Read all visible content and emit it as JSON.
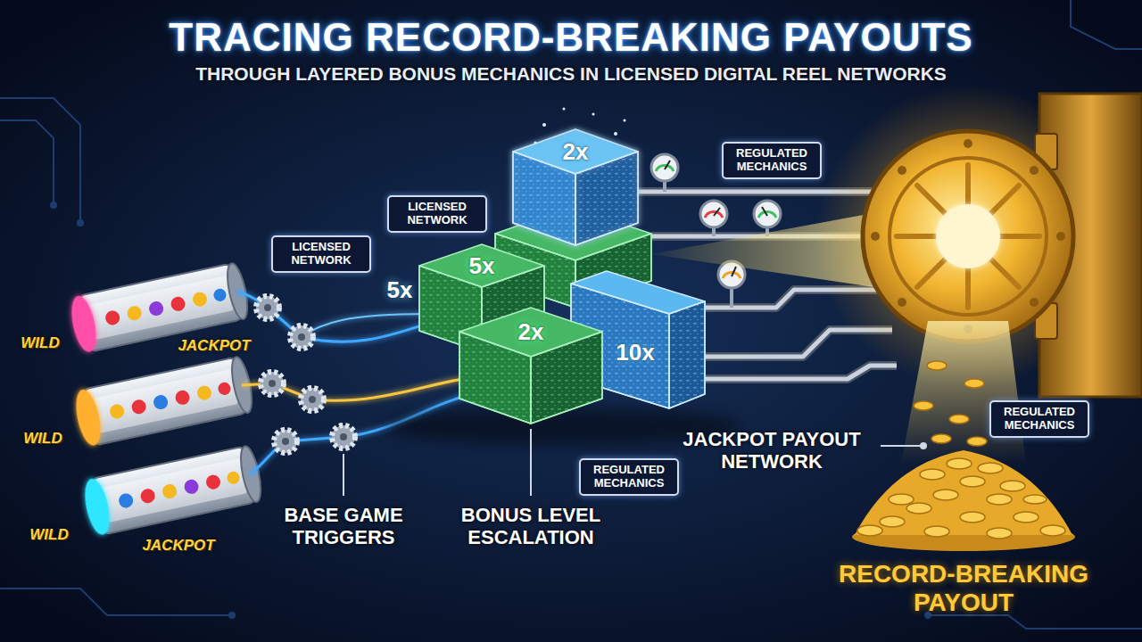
{
  "diagram": {
    "title": "TRACING RECORD-BREAKING PAYOUTS",
    "nodes": [
      {
        "text": [
          "2x"
        ]
      },
      {
        "text": [
          "REGULATED MECHANICS"
        ]
      },
      {
        "text": [
          "LICENSED NETWORK"
        ]
      },
      {
        "text": [
          "LICENSED NETWORK"
        ]
      },
      {
        "text": [
          "5x"
        ]
      },
      {
        "text": [
          "2x"
        ]
      },
      {
        "text": [
          "10x"
        ]
      },
      {
        "text": [
          "REGULATED MECHANICS"
        ]
      },
      {
        "text": [
          "REGULATED MECHANICS"
        ]
      }
    ],
    "labels": [
      "THROUGH LAYERED BONUS MECHANICS IN LICENSED DIGITAL REEL NETWORKS",
      "WILD",
      "JACKPOT",
      "WILD",
      "WILD",
      "JACKPOT",
      "5x",
      "BASE GAME TRIGGERS",
      "BONUS LEVEL ESCALATION",
      "JACKPOT PAYOUT NETWORK",
      "RECORD-BREAKING PAYOUT"
    ]
  }
}
